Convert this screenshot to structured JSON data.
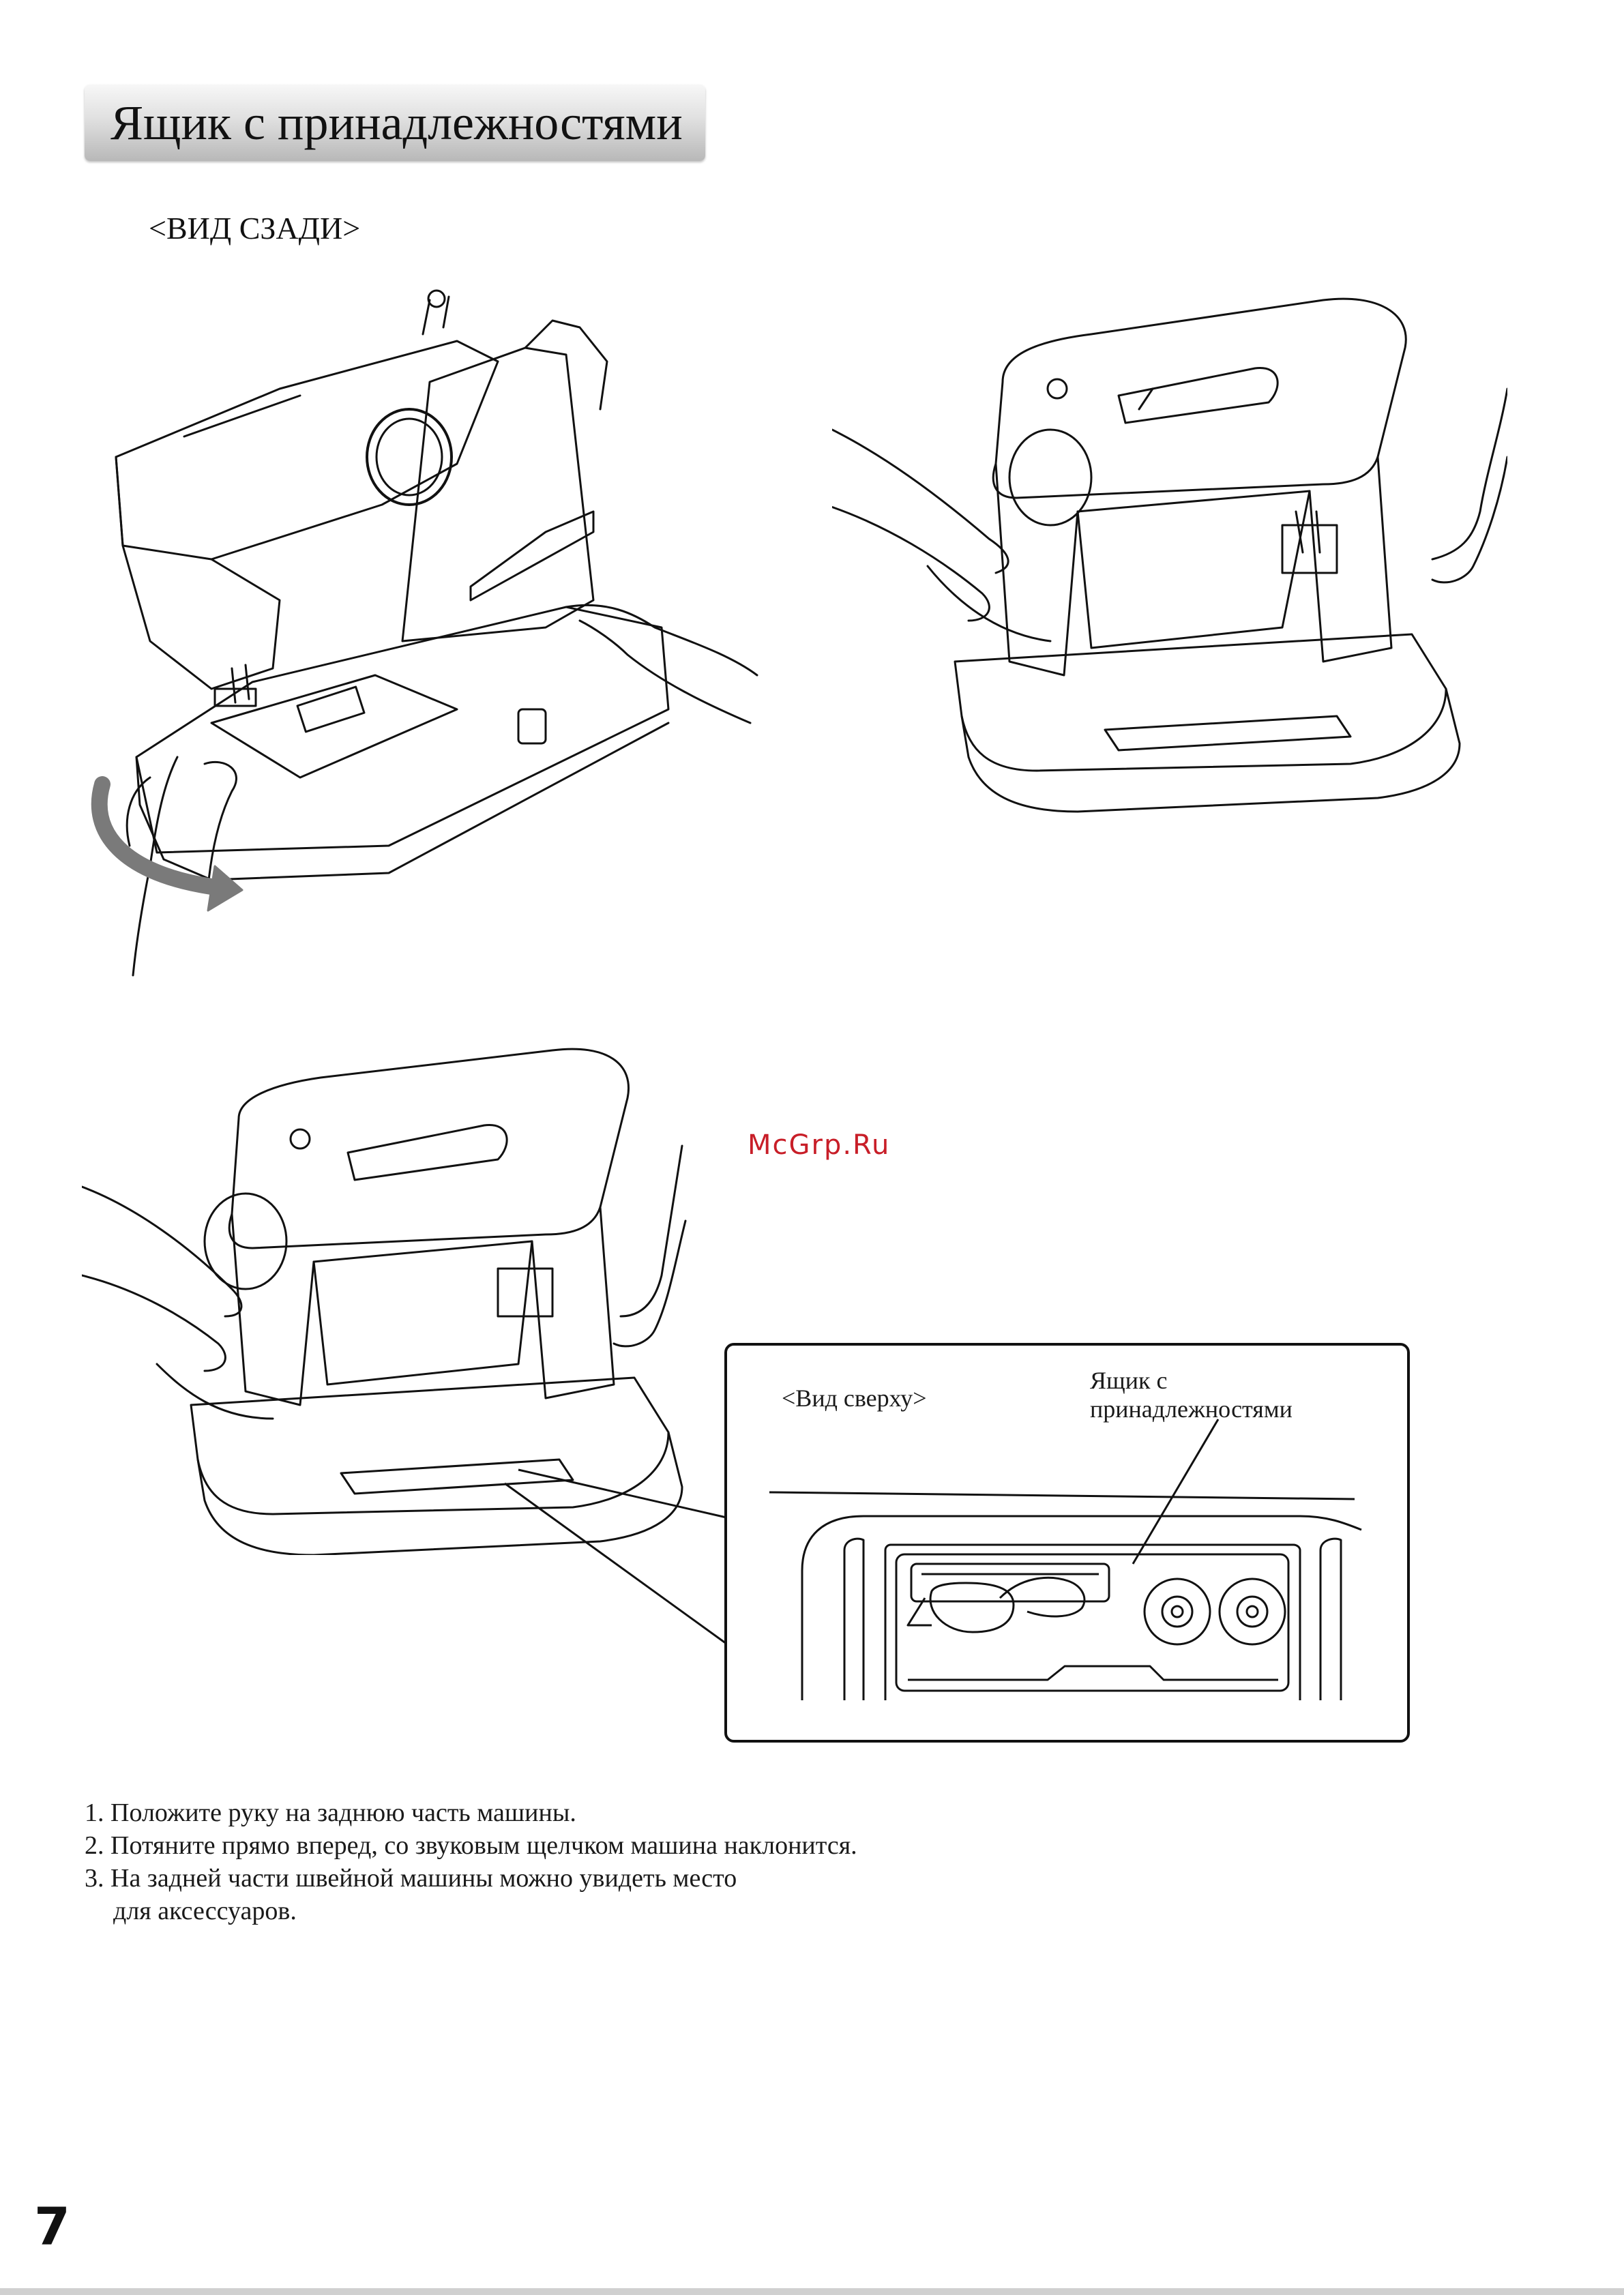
{
  "header": {
    "title": "Ящик с принадлежностями"
  },
  "figure": {
    "rear_view_label": "<ВИД СЗАДИ>",
    "top_view_label": "<Вид сверху>",
    "accessory_box_label_line1": "Ящик с",
    "accessory_box_label_line2": "принадлежностями"
  },
  "watermark": "McGrp.Ru",
  "steps": [
    "1. Положите руку на заднюю часть машины.",
    "2. Потяните прямо вперед, со звуковым щелчком машина наклонится.",
    "3. На задней части швейной машины можно увидеть место",
    "для аксессуаров."
  ],
  "page_number": "7",
  "colors": {
    "arrow": "#7a7a7a",
    "watermark": "#c81e28",
    "line": "#111111"
  },
  "icons": [
    "sewing-machine-illustration",
    "hand-illustration",
    "tilt-arrow-icon",
    "spool-icon"
  ]
}
